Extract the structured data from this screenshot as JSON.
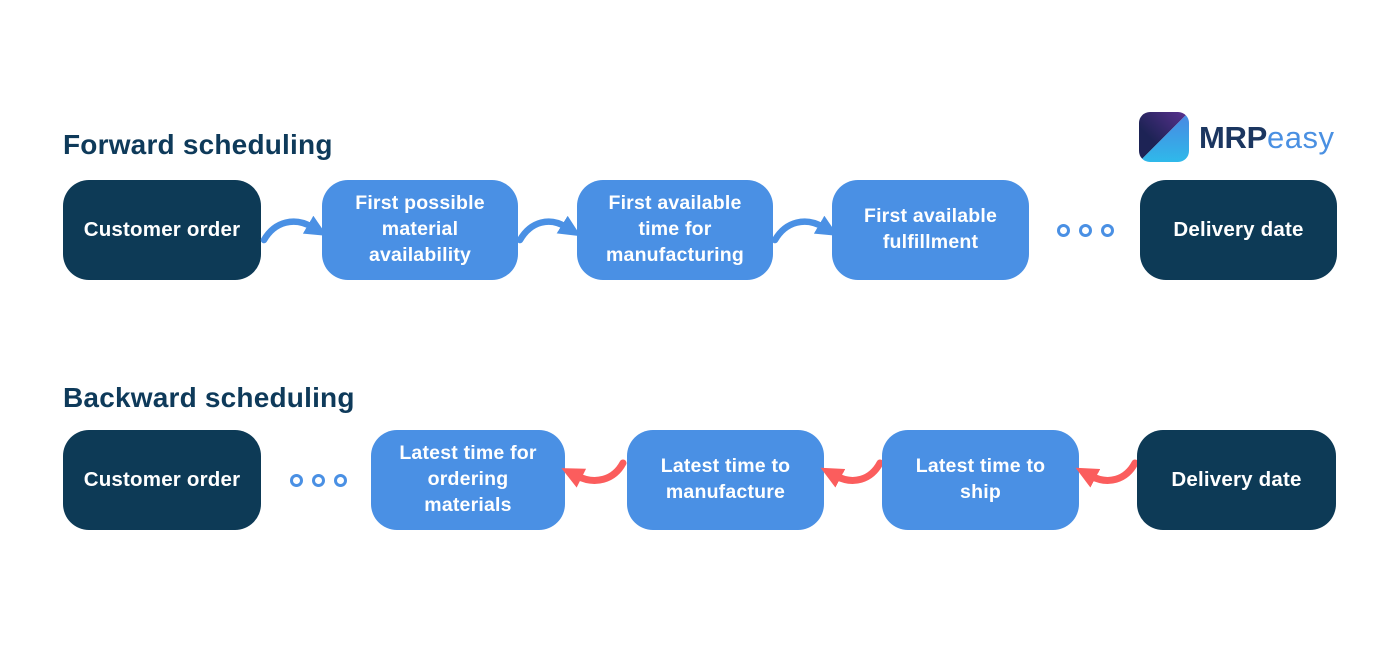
{
  "colors": {
    "navy_box": "#0d3a56",
    "blue_box": "#4a90e4",
    "red_arrow": "#fb5d5d",
    "blue_arrow": "#4a90e4",
    "heading": "#0e3a5a",
    "logo_navy": "#1b3660",
    "logo_blue": "#4a90e2"
  },
  "logo": {
    "brand_bold": "MRP",
    "brand_light": "easy"
  },
  "forward": {
    "heading": "Forward scheduling",
    "nodes": [
      {
        "label": "Customer order",
        "variant": "dark"
      },
      {
        "label": "First possible material availability",
        "variant": "blue"
      },
      {
        "label": "First available time for manufacturing",
        "variant": "blue"
      },
      {
        "label": "First available fulfillment",
        "variant": "blue"
      },
      {
        "label": "Delivery date",
        "variant": "dark"
      }
    ],
    "connectors": [
      "arrow-right",
      "arrow-right",
      "arrow-right",
      "ellipsis-dots"
    ]
  },
  "backward": {
    "heading": "Backward scheduling",
    "nodes": [
      {
        "label": "Customer order",
        "variant": "dark"
      },
      {
        "label": "Latest time for ordering materials",
        "variant": "blue"
      },
      {
        "label": "Latest time to manufacture",
        "variant": "blue"
      },
      {
        "label": "Latest time to ship",
        "variant": "blue"
      },
      {
        "label": "Delivery date",
        "variant": "dark"
      }
    ],
    "connectors": [
      "ellipsis-dots",
      "arrow-left",
      "arrow-left",
      "arrow-left"
    ]
  }
}
